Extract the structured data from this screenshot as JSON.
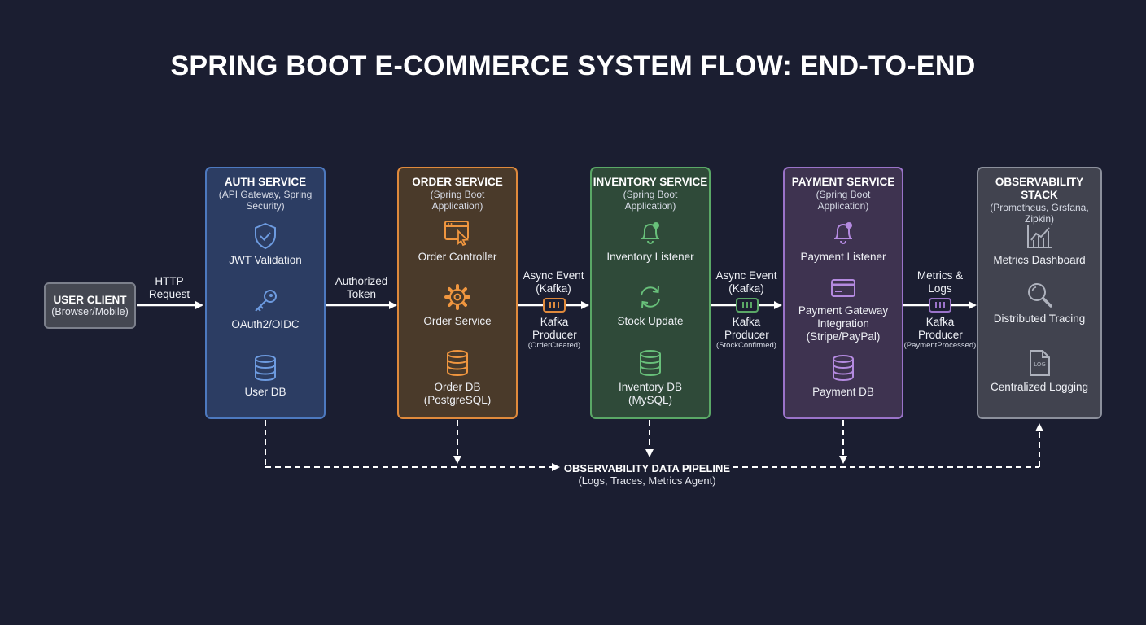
{
  "title": "SPRING BOOT E-COMMERCE SYSTEM FLOW: END-TO-END",
  "user_client": {
    "title": "USER CLIENT",
    "subtitle": "(Browser/Mobile)"
  },
  "services": [
    {
      "title": "AUTH SERVICE",
      "subtitle": "(API Gateway, Spring Security)",
      "color": "#4d79bf",
      "items": [
        {
          "icon": "shield-check-icon",
          "label": "JWT Validation"
        },
        {
          "icon": "key-icon",
          "label": "OAuth2/OIDC"
        },
        {
          "icon": "database-icon",
          "label": "User DB"
        }
      ]
    },
    {
      "title": "ORDER SERVICE",
      "subtitle": "(Spring Boot Application)",
      "color": "#e08a3c",
      "items": [
        {
          "icon": "browser-click-icon",
          "label": "Order Controller"
        },
        {
          "icon": "gear-icon",
          "label": "Order Service"
        },
        {
          "icon": "database-icon",
          "label": "Order DB (PostgreSQL)"
        }
      ]
    },
    {
      "title": "INVENTORY SERVICE",
      "subtitle": "(Spring Boot Application)",
      "color": "#5aa866",
      "items": [
        {
          "icon": "bell-icon",
          "label": "Inventory Listener"
        },
        {
          "icon": "refresh-icon",
          "label": "Stock Update"
        },
        {
          "icon": "database-icon",
          "label": "Inventory DB (MySQL)"
        }
      ]
    },
    {
      "title": "PAYMENT SERVICE",
      "subtitle": "(Spring Boot Application)",
      "color": "#9a73c9",
      "items": [
        {
          "icon": "bell-icon",
          "label": "Payment Listener"
        },
        {
          "icon": "credit-card-icon",
          "label": "Payment Gateway Integration (Stripe/PayPal)"
        },
        {
          "icon": "database-icon",
          "label": "Payment DB"
        }
      ]
    },
    {
      "title": "OBSERVABILITY STACK",
      "subtitle": "(Prometheus, Grsfana, Zipkin)",
      "color": "#8c909c",
      "items": [
        {
          "icon": "chart-icon",
          "label": "Metrics Dashboard"
        },
        {
          "icon": "magnifier-icon",
          "label": "Distributed Tracing"
        },
        {
          "icon": "log-file-icon",
          "label": "Centralized Logging"
        }
      ]
    }
  ],
  "connectors": {
    "http_request": "HTTP Request",
    "authorized_token": "Authorized Token",
    "order_to_inventory": {
      "top": "Async Event (Kafka)",
      "bottom": "Kafka Producer",
      "event": "(OrderCreated)"
    },
    "inventory_to_payment": {
      "top": "Async Event (Kafka)",
      "bottom": "Kafka Producer",
      "event": "(StockConfirmed)"
    },
    "payment_to_observability": {
      "top": "Metrics & Logs",
      "bottom": "Kafka Producer",
      "event": "(PaymentProcessed)"
    }
  },
  "pipeline": {
    "title": "OBSERVABILITY DATA PIPELINE",
    "subtitle": "(Logs, Traces, Metrics Agent)"
  }
}
